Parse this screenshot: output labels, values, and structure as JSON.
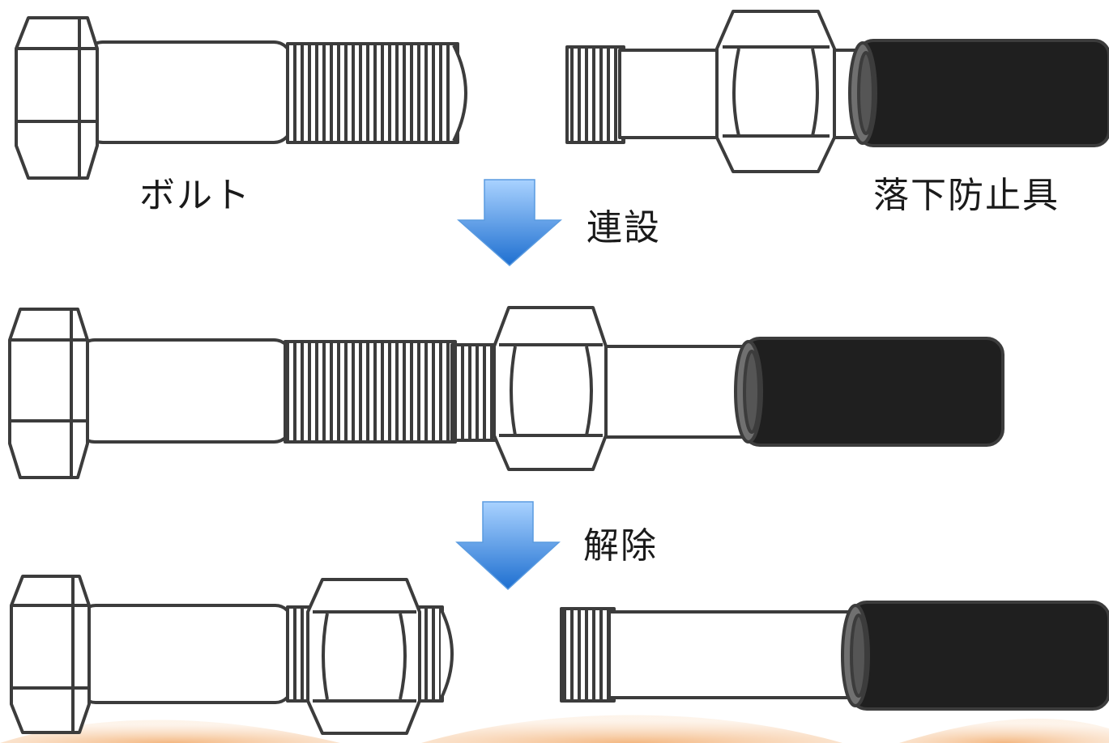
{
  "labels": {
    "bolt": "ボルト",
    "fall_prevention_device": "落下防止具",
    "connect": "連設",
    "release": "解除"
  },
  "colors": {
    "outline": "#3c3c3c",
    "metal_fill": "#ffffff",
    "cap_fill": "#1f1f1f",
    "cap_rim": "#707070",
    "arrow_top": "#a9d2ff",
    "arrow_bottom": "#1e6fd0",
    "accent_band": "#f6c9a0"
  },
  "icons": [
    "bolt-icon",
    "fall-prevention-device-icon",
    "down-arrow-icon",
    "nut-icon"
  ]
}
